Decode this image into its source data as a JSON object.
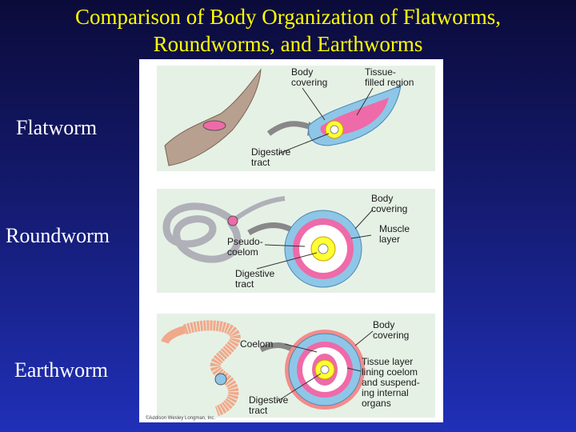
{
  "slide": {
    "title_line1": "Comparison of Body Organization of Flatworms,",
    "title_line2": "Roundworms, and Earthworms",
    "labels": {
      "flatworm": "Flatworm",
      "roundworm": "Roundworm",
      "earthworm": "Earthworm"
    }
  },
  "panels": {
    "flatworm": {
      "body_covering": [
        "Body",
        "covering"
      ],
      "tissue_region": [
        "Tissue-",
        "filled region"
      ],
      "digestive": [
        "Digestive",
        "tract"
      ]
    },
    "roundworm": {
      "body_covering": [
        "Body",
        "covering"
      ],
      "pseudocoelom": [
        "Pseudo-",
        "coelom"
      ],
      "muscle": [
        "Muscle",
        "layer"
      ],
      "digestive": [
        "Digestive",
        "tract"
      ]
    },
    "earthworm": {
      "body_covering": [
        "Body",
        "covering"
      ],
      "coelom": "Coelom",
      "tissue_layer": [
        "Tissue layer",
        "lining coelom",
        "and suspend-",
        "ing internal",
        "organs"
      ],
      "digestive": [
        "Digestive",
        "tract"
      ]
    },
    "credit": "©Addison Wesley Longman, Inc."
  },
  "colors": {
    "title": "#ffff00",
    "background_top": "#0b0b3a",
    "background_bottom": "#2030b8",
    "panel_bg": "#e6f1e6",
    "body_blue": "#8ec6e8",
    "pink": "#ef6aa8",
    "yellow": "#ffff33",
    "flatworm_tan": "#b8a090"
  }
}
